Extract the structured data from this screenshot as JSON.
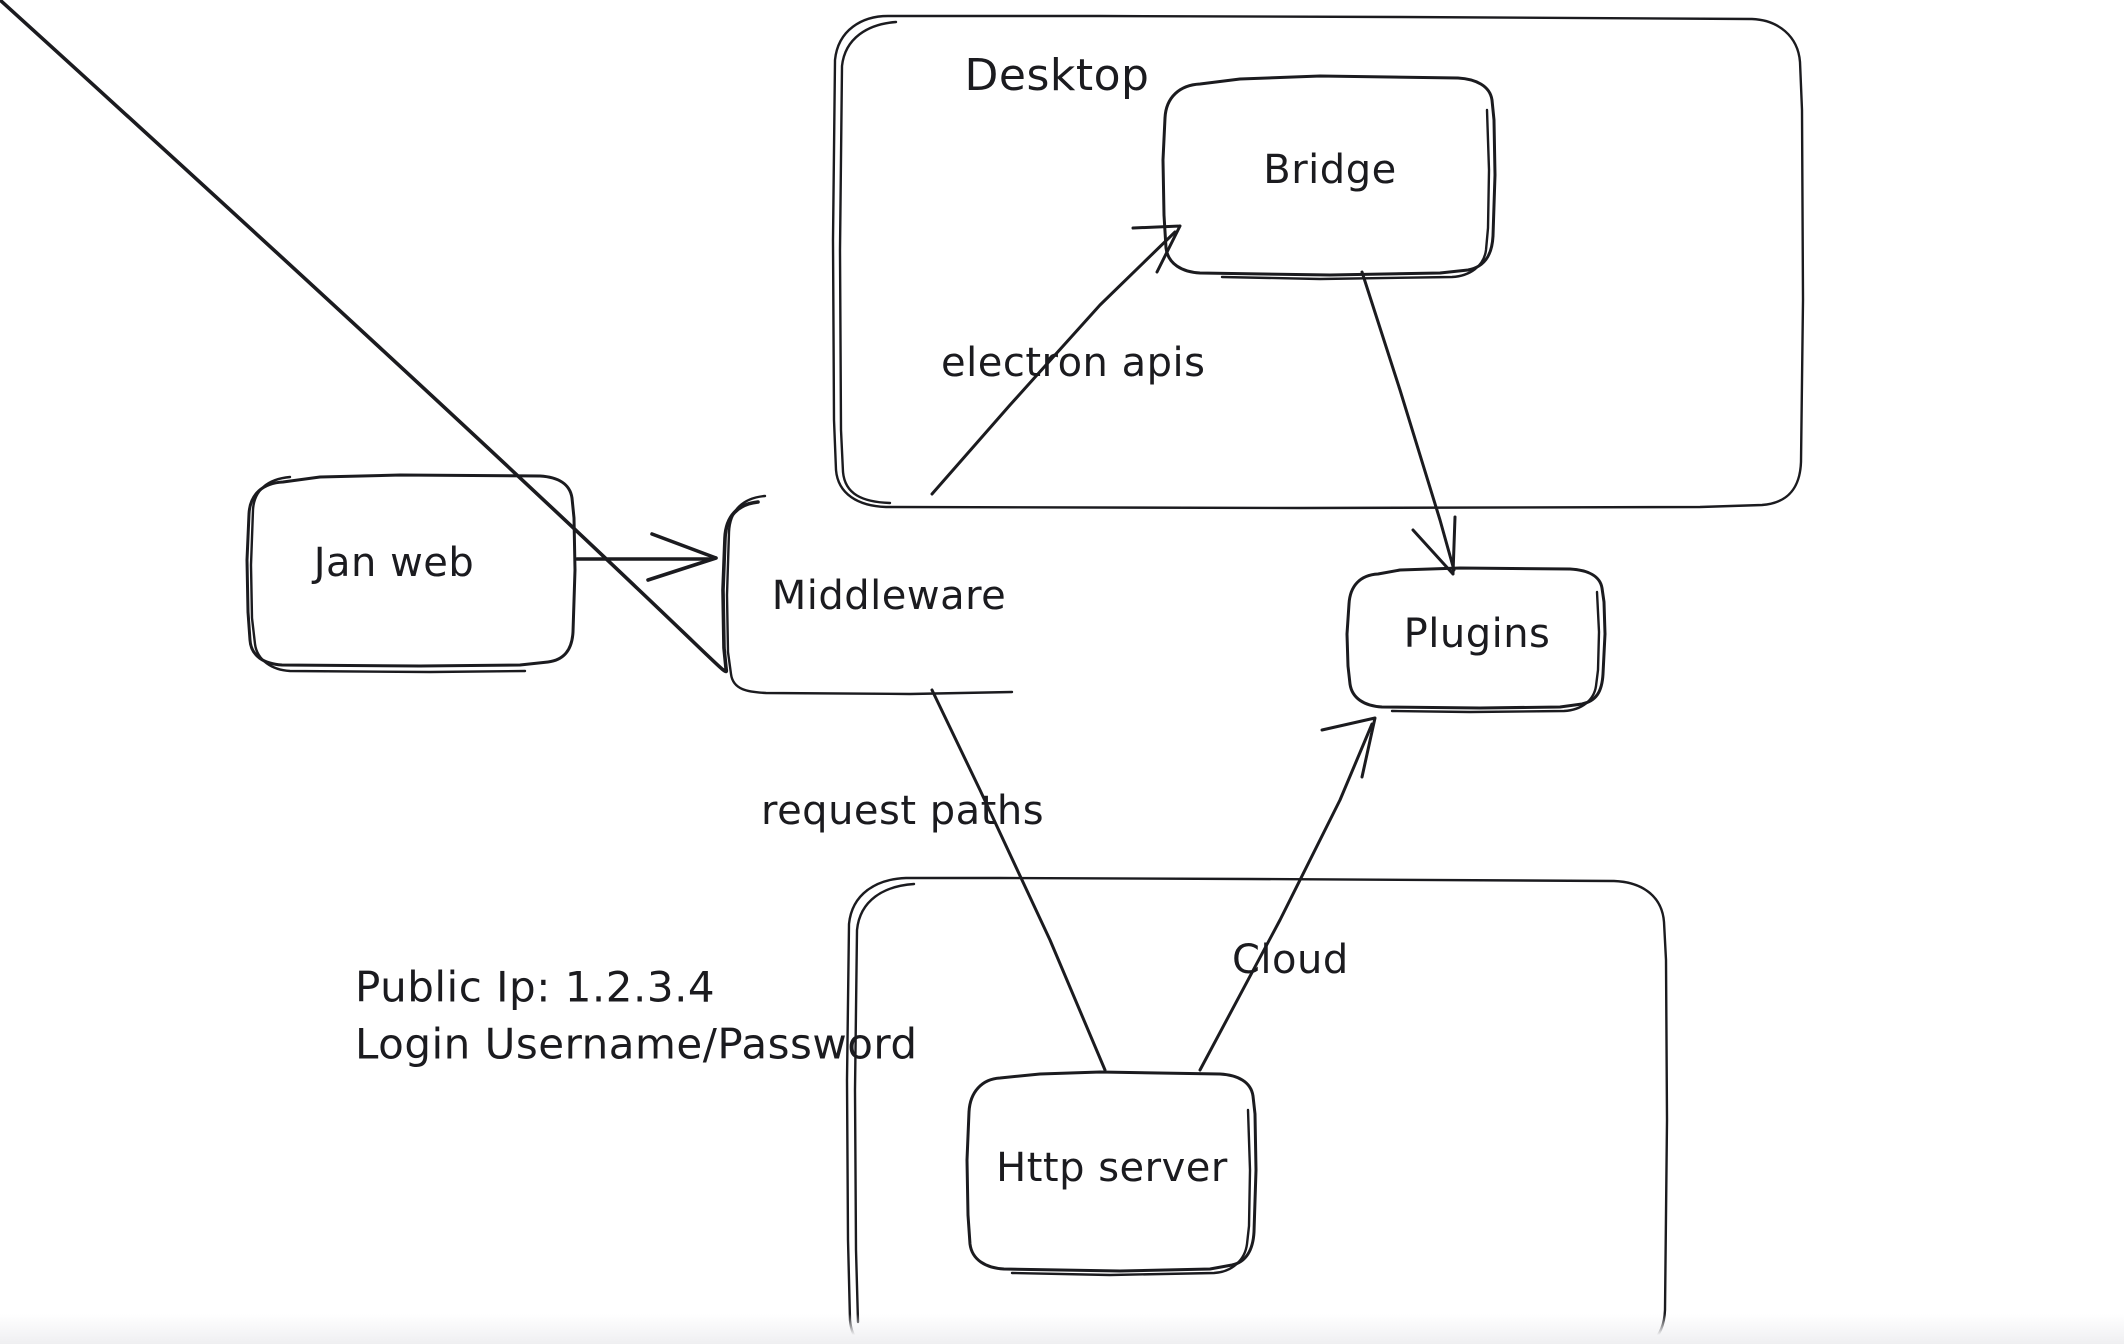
{
  "diagram": {
    "title": "Jan architecture sketch",
    "style": "hand-drawn whiteboard",
    "background_color": "#ffffff",
    "stroke_color": "#1b1b1f",
    "containers": [
      {
        "id": "desktop",
        "label": "Desktop"
      },
      {
        "id": "cloud",
        "label": ""
      }
    ],
    "nodes": [
      {
        "id": "jan-web",
        "label": "Jan web"
      },
      {
        "id": "middleware",
        "label": "Middleware"
      },
      {
        "id": "bridge",
        "label": "Bridge"
      },
      {
        "id": "plugins",
        "label": "Plugins"
      },
      {
        "id": "http-server",
        "label": "Http server"
      }
    ],
    "edges": [
      {
        "id": "janweb-middleware",
        "from": "jan-web",
        "to": "middleware",
        "label": "",
        "arrow": true
      },
      {
        "id": "middleware-bridge",
        "from": "middleware",
        "to": "bridge",
        "label": "electron apis",
        "arrow": true
      },
      {
        "id": "bridge-plugins",
        "from": "bridge",
        "to": "plugins",
        "label": "",
        "arrow": true
      },
      {
        "id": "middleware-httpserver",
        "from": "middleware",
        "to": "http-server",
        "label": "request paths",
        "arrow": false
      },
      {
        "id": "httpserver-plugins",
        "from": "http-server",
        "to": "plugins",
        "label": "Cloud",
        "arrow": true
      }
    ],
    "annotations": {
      "public_ip_line": "Public Ip: 1.2.3.4",
      "login_line": "Login Username/Password"
    },
    "edge_labels": {
      "electron_apis": "electron apis",
      "request_paths": "request paths",
      "cloud": "Cloud"
    }
  }
}
